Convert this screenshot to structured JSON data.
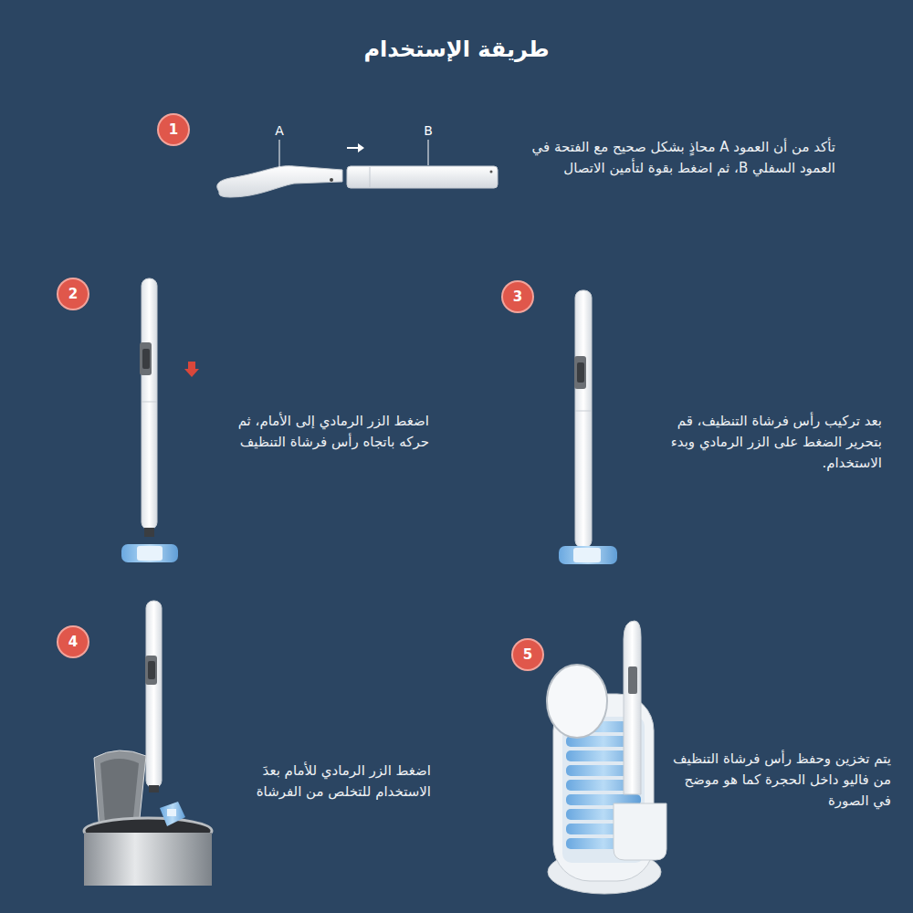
{
  "diagram": {
    "title": "طريقة الإستخدام",
    "nodes": [
      {
        "text": [
          "1"
        ]
      },
      {
        "text": [
          "2"
        ]
      },
      {
        "text": [
          "3"
        ]
      },
      {
        "text": [
          "4"
        ]
      },
      {
        "text": [
          "5"
        ]
      }
    ],
    "labels": [
      "A",
      "B",
      "تأكد من أن العمود A محاذٍ بشكل صحيح مع الفتحة في العمود السفلي B، ثم اضغط بقوة لتأمين الاتصال",
      "اضغط الزر الرمادي إلى الأمام، ثم حركه باتجاه رأس فرشاة التنظيف",
      "بعد تركيب رأس فرشاة التنظيف، قم بتحرير الضغط على الزر الرمادي وبدء الاستخدام.",
      "اضغط الزر الرمادي للأمام بعدَ الاستخدام للتخلص من الفرشاة",
      "يتم تخزين وحفظ رأس فرشاة التنظيف من فاليو داخل الحجرة كما هو موضح في الصورة"
    ]
  }
}
